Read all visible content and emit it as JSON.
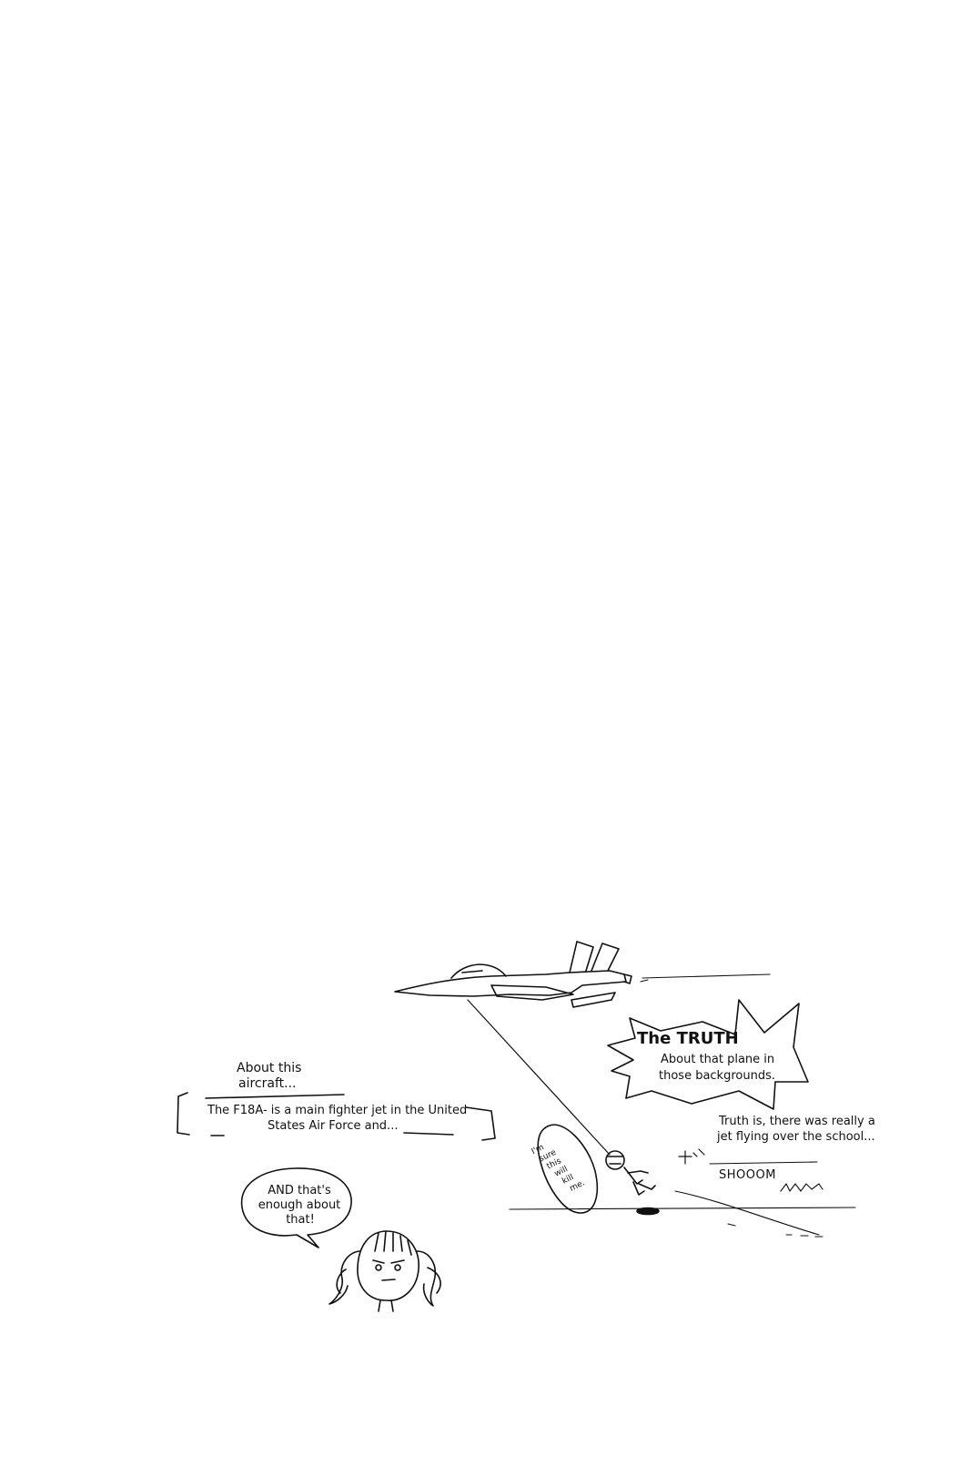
{
  "truth_box": {
    "heading": "The TRUTH",
    "line1": "About that plane in",
    "line2": "those backgrounds."
  },
  "aircraft_caption": {
    "line1": "About this",
    "line2": "aircraft..."
  },
  "bracket_text": {
    "line1": "The F18A- is a main fighter jet in the United",
    "line2": "States Air Force and..."
  },
  "dialogue": {
    "line1": "AND that's",
    "line2": "enough about",
    "line3": "that!"
  },
  "pilot_bubble": {
    "lines": [
      "I'm",
      "sure",
      "this",
      "will",
      "kill",
      "me."
    ]
  },
  "truth_note": {
    "line1": "Truth is, there was really a",
    "line2": "jet flying over the school..."
  },
  "sound_effect": {
    "label": "SHOOOM"
  }
}
